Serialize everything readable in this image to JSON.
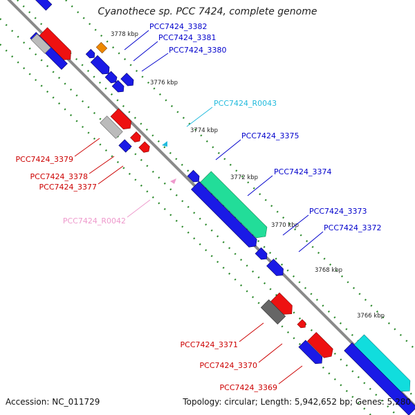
{
  "title": "Cyanothece sp. PCC 7424, complete genome",
  "footer": {
    "accession": "Accession: NC_011729",
    "summary": "Topology: circular; Length: 5,942,652 bp; Genes: 5,280"
  },
  "colors": {
    "backbone": "#8a8a8a",
    "tick_dots": "#2e8b2e",
    "forward_label": "#0000cc",
    "reverse_label": "#cc0000",
    "trna_label": "#22bbdd",
    "rrna_label": "#ee99cc",
    "blue_gene": "#1a1ae6",
    "red_gene": "#ee1111",
    "green_gene": "#22dd99",
    "cyan_gene": "#11dddd",
    "gray_gene": "#bbbbbb",
    "darkgray_gene": "#666666",
    "orange_gene": "#ee8800"
  },
  "kbp_ticks": [
    "3778 kbp",
    "3776 kbp",
    "3774 kbp",
    "3772 kbp",
    "3770 kbp",
    "3768 kbp",
    "3766 kbp"
  ],
  "gene_labels": {
    "g3382": "PCC7424_3382",
    "g3381": "PCC7424_3381",
    "g3380": "PCC7424_3380",
    "gR0043": "PCC7424_R0043",
    "g3375": "PCC7424_3375",
    "g3374": "PCC7424_3374",
    "g3373": "PCC7424_3373",
    "g3372": "PCC7424_3372",
    "g3379": "PCC7424_3379",
    "g3378": "PCC7424_3378",
    "g3377": "PCC7424_3377",
    "gR0042": "PCC7424_R0042",
    "g3371": "PCC7424_3371",
    "g3370": "PCC7424_3370",
    "g3369": "PCC7424_3369"
  }
}
